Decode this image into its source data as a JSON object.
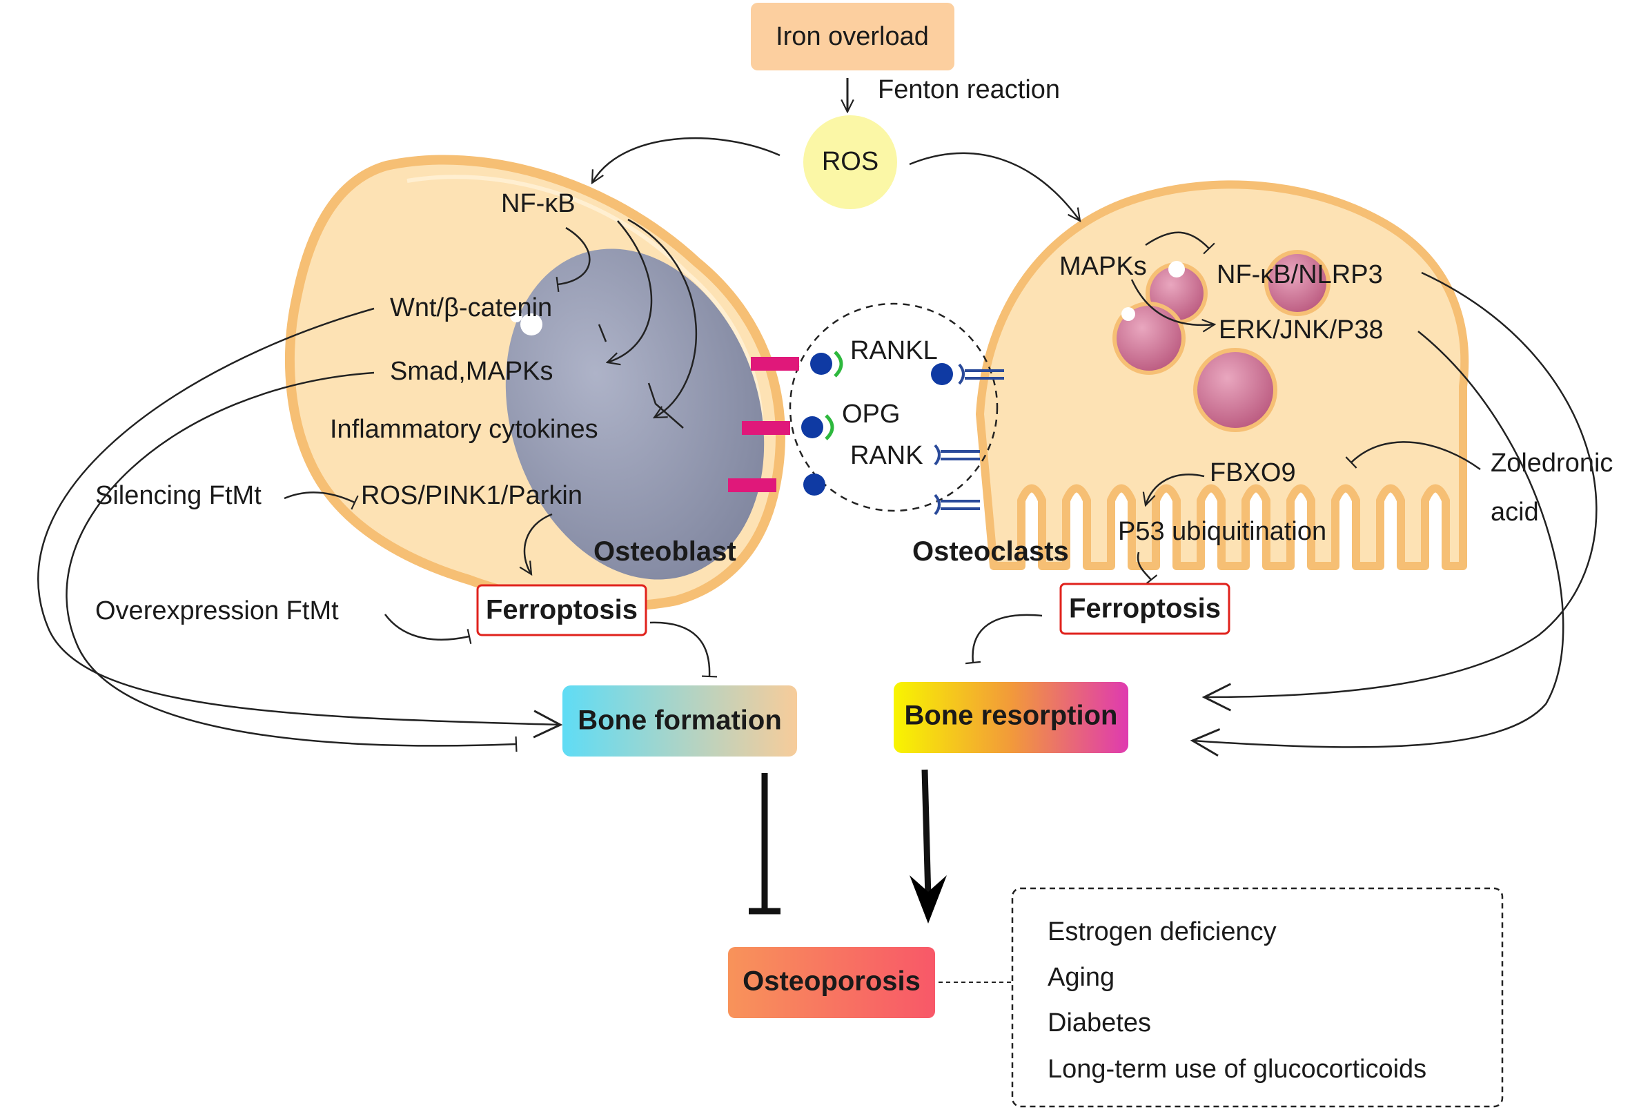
{
  "top": {
    "iron_overload": "Iron overload",
    "fenton": "Fenton reaction",
    "ros": "ROS"
  },
  "osteoblast": {
    "name": "Osteoblast",
    "nfkb": "NF-κB",
    "wnt": "Wnt/β-catenin",
    "smad": "Smad,MAPKs",
    "cytokines": "Inflammatory cytokines",
    "silencing": "Silencing FtMt",
    "ros_pink": "ROS/PINK1/Parkin",
    "overexpression": "Overexpression FtMt",
    "ferroptosis": "Ferroptosis"
  },
  "middle": {
    "rankl": "RANKL",
    "opg": "OPG",
    "rank": "RANK"
  },
  "osteoclast": {
    "name": "Osteoclasts",
    "mapks": "MAPKs",
    "nfkb_nlrp3": "NF-κB/NLRP3",
    "erk": "ERK/JNK/P38",
    "fbxo9": "FBXO9",
    "p53": "P53 ubiquitination",
    "zoledronic_1": "Zoledronic",
    "zoledronic_2": "acid",
    "ferroptosis": "Ferroptosis"
  },
  "outcomes": {
    "bone_formation": "Bone formation",
    "bone_resorption": "Bone resorption",
    "osteoporosis": "Osteoporosis"
  },
  "risk_factors": [
    "Estrogen deficiency",
    "Aging",
    "Diabetes",
    "Long-term use of glucocorticoids"
  ],
  "colors": {
    "cell_fill": "#fde2b4",
    "cell_edge": "#f6bf74",
    "nucleus": "#9499b2",
    "ros_fill": "#fbf7a6",
    "iron_box": "#fccf9f",
    "ferro_border": "#e0221c",
    "rankl_bar": "#e0187a",
    "ligand": "#0f3aa3",
    "vacuole": "#c97596"
  }
}
